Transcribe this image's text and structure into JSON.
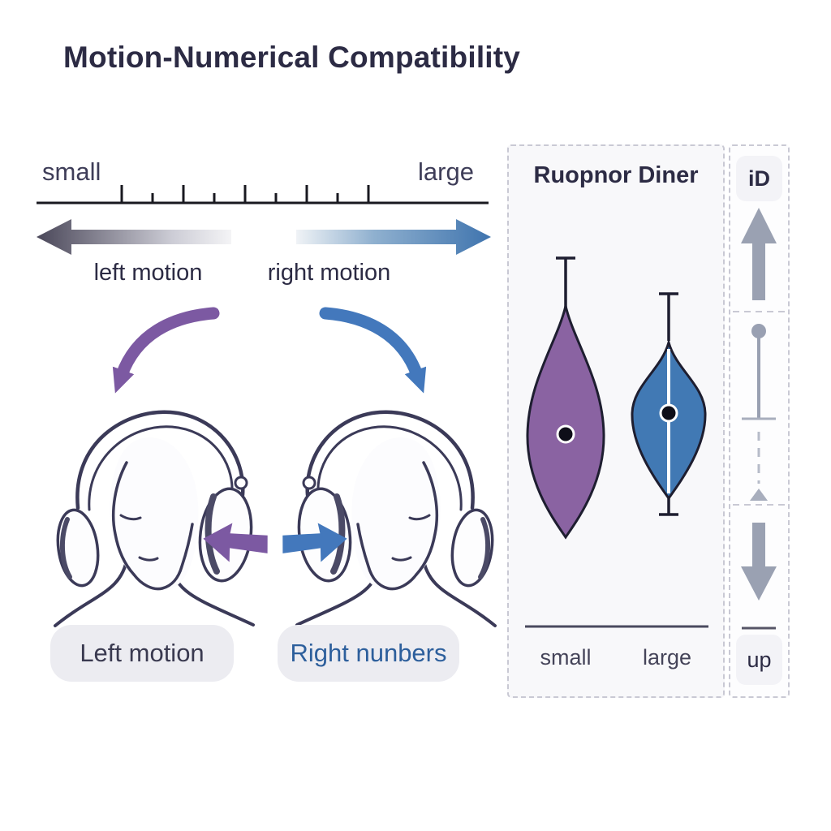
{
  "title": "Motion-Numerical Compatibility",
  "number_line": {
    "left_label": "small",
    "right_label": "large",
    "tick_count": 9
  },
  "motion_axis": {
    "left_label": "left motion",
    "right_label": "right motion"
  },
  "figures": {
    "left_caption": "Left motion",
    "right_caption": "Right nunbers"
  },
  "violin_panel": {
    "title": "Ruopnor Diner",
    "x_labels": [
      "small",
      "large"
    ]
  },
  "sidebar": {
    "top_label": "iD",
    "bottom_label": "up"
  },
  "colors": {
    "ink": "#2c2b44",
    "violin_purple": "#8a63a2",
    "violin_blue": "#4179b4",
    "curved_purple": "#7c59a2",
    "curved_blue": "#4378bc",
    "gradient_dark": "#4a4759",
    "gradient_blue": "#3f74ae",
    "sidebar_gray": "#9aa1b2",
    "pill_bg": "#ececf1",
    "pill_right_text": "#2d5f9c"
  },
  "chart_data": {
    "type": "violin",
    "title": "Ruopnor Diner",
    "categories": [
      "small",
      "large"
    ],
    "units": "normalized 0-1 of panel height above baseline (no numeric axis shown)",
    "grid": false,
    "legend": false,
    "series": [
      {
        "name": "small",
        "color": "#8a63a2",
        "whisker_top": 0.98,
        "body_top": 0.85,
        "widest_at": 0.51,
        "body_bottom": 0.24,
        "median_dot": 0.51,
        "max_halfwidth": 0.17,
        "has_bottom_whisker": false,
        "has_center_line": false
      },
      {
        "name": "large",
        "color": "#4179b4",
        "whisker_top": 0.89,
        "body_top": 0.76,
        "widest_at": 0.57,
        "body_bottom": 0.34,
        "whisker_bottom": 0.3,
        "median_dot": 0.57,
        "max_halfwidth": 0.17,
        "has_bottom_whisker": true,
        "has_center_line": true
      }
    ]
  }
}
